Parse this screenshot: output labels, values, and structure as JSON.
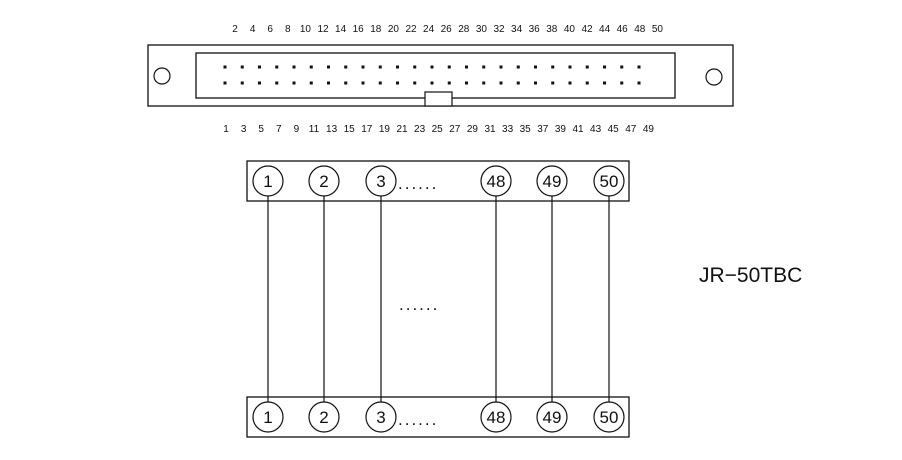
{
  "header": {
    "top_pins": [
      "2",
      "4",
      "6",
      "8",
      "10",
      "12",
      "14",
      "16",
      "18",
      "20",
      "22",
      "24",
      "26",
      "28",
      "30",
      "32",
      "34",
      "36",
      "38",
      "40",
      "42",
      "44",
      "46",
      "48",
      "50"
    ],
    "bottom_pins": [
      "1",
      "3",
      "5",
      "7",
      "9",
      "11",
      "13",
      "15",
      "17",
      "19",
      "21",
      "23",
      "25",
      "27",
      "29",
      "31",
      "33",
      "35",
      "37",
      "39",
      "41",
      "43",
      "45",
      "47",
      "49"
    ]
  },
  "terminal_block": {
    "terminals_left": [
      "1",
      "2",
      "3"
    ],
    "terminals_right": [
      "48",
      "49",
      "50"
    ],
    "ellipsis": "......"
  },
  "model_name": "JR−50TBC",
  "colors": {
    "line": "#111111",
    "background": "#ffffff"
  }
}
